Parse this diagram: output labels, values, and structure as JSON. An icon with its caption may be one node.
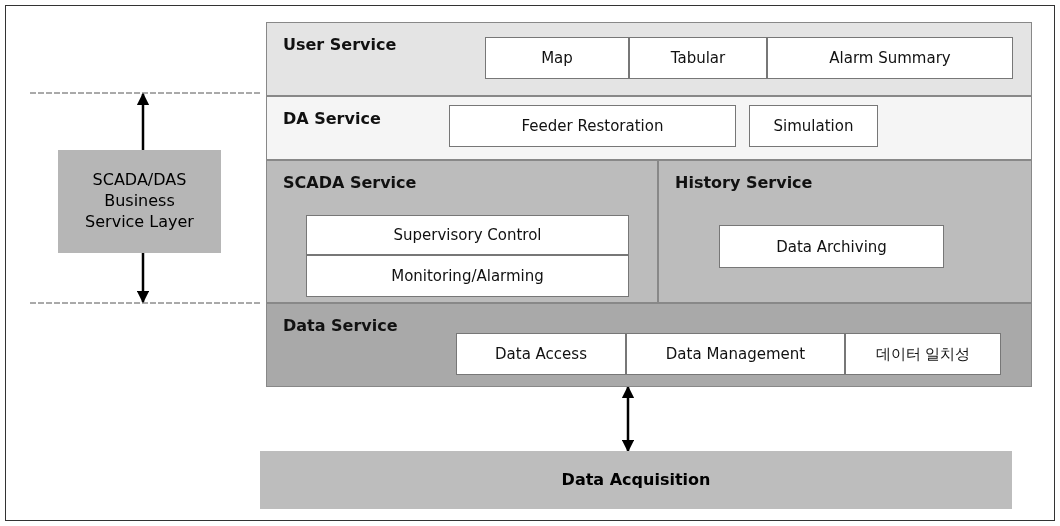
{
  "diagram": {
    "nodes": [
      {
        "text": [
          "User Service"
        ]
      },
      {
        "text": [
          "Map"
        ],
        "in": 0
      },
      {
        "text": [
          "Tabular"
        ],
        "in": 0
      },
      {
        "text": [
          "Alarm Summary"
        ],
        "in": 0
      },
      {
        "text": [
          "DA Service"
        ]
      },
      {
        "text": [
          "Feeder Restoration"
        ],
        "in": 4
      },
      {
        "text": [
          "Simulation"
        ],
        "in": 4
      },
      {
        "text": [
          "SCADA Service"
        ]
      },
      {
        "text": [
          "Supervisory Control"
        ],
        "in": 7
      },
      {
        "text": [
          "Monitoring/Alarming"
        ],
        "in": 7
      },
      {
        "text": [
          "History Service"
        ]
      },
      {
        "text": [
          "Data Archiving"
        ],
        "in": 10
      },
      {
        "text": [
          "Data Service"
        ]
      },
      {
        "text": [
          "Data Access"
        ],
        "in": 12
      },
      {
        "text": [
          "Data Management"
        ],
        "in": 12
      },
      {
        "text": [
          "데이터 일치성"
        ],
        "in": 12
      },
      {
        "text": [
          "Data Acquisition"
        ]
      },
      {
        "text": [
          "SCADA/DAS Business Service Layer"
        ]
      }
    ],
    "edges": [
      {
        "from": 17,
        "to": null,
        "arrow": "to"
      },
      {
        "from": 17,
        "to": null,
        "arrow": "to"
      },
      {
        "from": 12,
        "to": 16,
        "arrow": "both"
      }
    ]
  }
}
